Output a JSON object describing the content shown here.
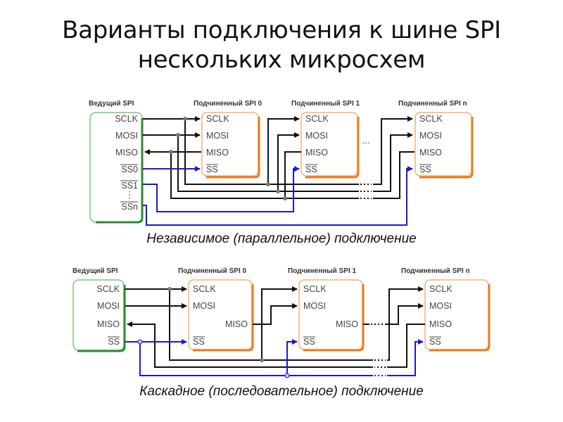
{
  "title": {
    "line1": "Варианты подключения к шине SPI",
    "line2": "нескольких микросхем"
  },
  "colors": {
    "master_border": "#2e8b2e",
    "slave_border": "#f07a1a",
    "wire": "#111111",
    "select_wire": "#1a1acc"
  },
  "parallel": {
    "caption": "Независимое (параллельное) подключение",
    "master": {
      "header": "Ведущий SPI",
      "pins": [
        "SCLK",
        "MOSI",
        "MISO",
        "SS0",
        "SS1",
        "⋮",
        "SSn"
      ]
    },
    "slaves": [
      {
        "header": "Подчиненный SPI 0",
        "pins": [
          "SCLK",
          "MOSI",
          "MISO",
          "SS"
        ]
      },
      {
        "header": "Подчиненный SPI 1",
        "pins": [
          "SCLK",
          "MOSI",
          "MISO",
          "SS"
        ]
      },
      {
        "header": "Подчиненный SPI n",
        "pins": [
          "SCLK",
          "MOSI",
          "MISO",
          "SS"
        ]
      }
    ],
    "ellipsis": "..."
  },
  "cascade": {
    "caption": "Каскадное (последовательное) подключение",
    "master": {
      "header": "Ведущий SPI",
      "pins": [
        "SCLK",
        "MOSI",
        "MISO",
        "SS"
      ]
    },
    "slaves": [
      {
        "header": "Подчиненный SPI 0",
        "pins": [
          "SCLK",
          "MOSI",
          "MISO",
          "SS"
        ]
      },
      {
        "header": "Подчиненный SPI 1",
        "pins": [
          "SCLK",
          "MOSI",
          "MISO",
          "SS"
        ]
      },
      {
        "header": "Подчиненный SPI n",
        "pins": [
          "SCLK",
          "MOSI",
          "MISO",
          "SS"
        ]
      }
    ]
  }
}
